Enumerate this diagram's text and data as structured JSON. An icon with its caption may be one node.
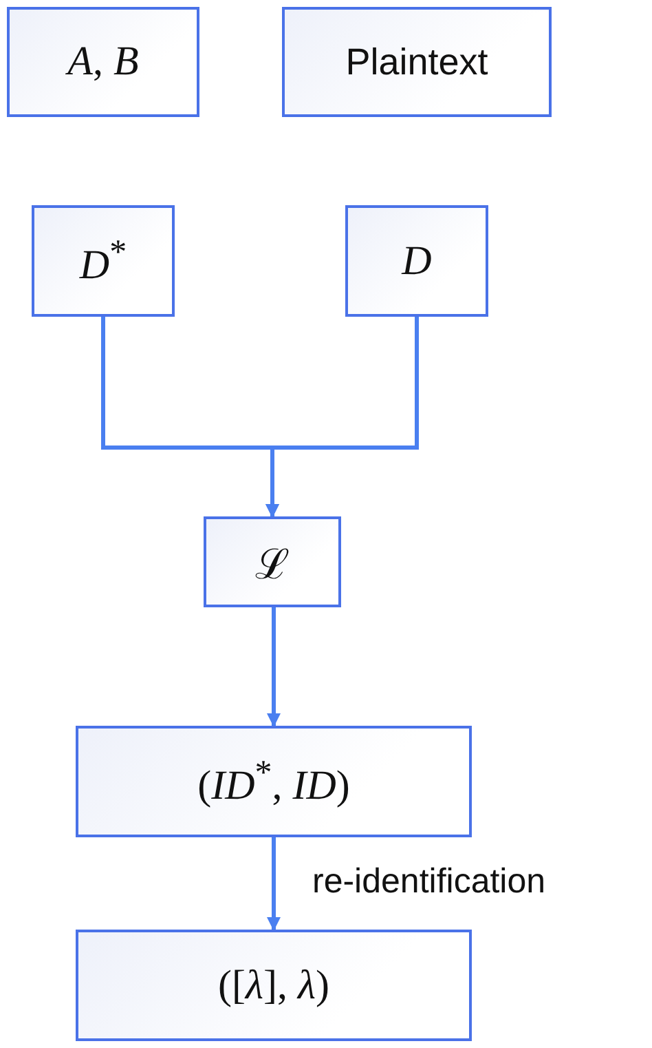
{
  "diagram": {
    "nodes": [
      {
        "text": [
          "*A*, *B*"
        ]
      },
      {
        "text": [
          "Plaintext"
        ]
      },
      {
        "text": [
          "*D*$^{*}$"
        ]
      },
      {
        "text": [
          "*D*"
        ]
      },
      {
        "text": [
          "ℒ"
        ]
      },
      {
        "text": [
          "(*ID*$^{*}$, *ID*)"
        ]
      },
      {
        "text": [
          "([*λ*], *λ*)"
        ]
      }
    ],
    "edges": [
      {
        "from": 2,
        "to": 4,
        "arrow": "to"
      },
      {
        "from": 3,
        "to": 4,
        "arrow": "to"
      },
      {
        "from": 4,
        "to": 5,
        "arrow": "to"
      },
      {
        "from": 5,
        "to": 6,
        "arrow": "to",
        "label": "re-identification"
      }
    ]
  }
}
